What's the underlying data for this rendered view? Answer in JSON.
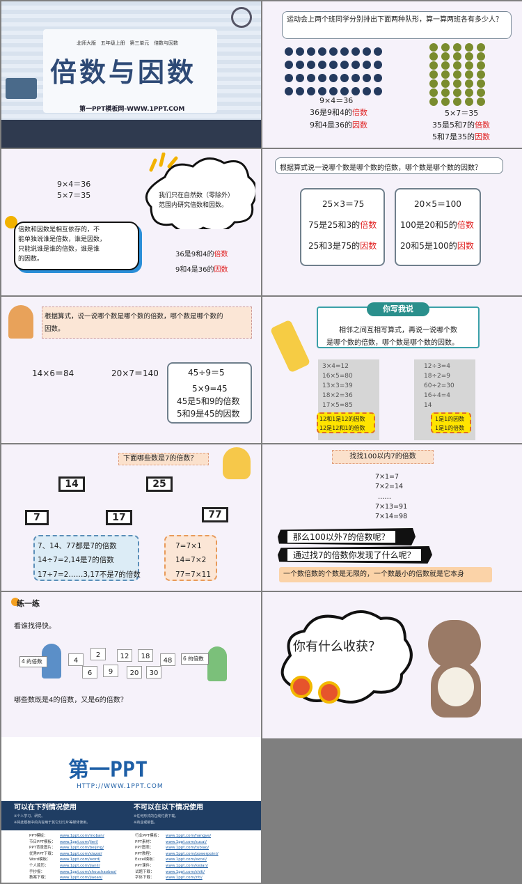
{
  "s1": {
    "meta": [
      "北师大版",
      "五年级上册",
      "第三单元",
      "倍数与因数"
    ],
    "title": "倍数与因数",
    "site": "第一PPT模板网-WWW.1PPT.COM"
  },
  "s2": {
    "prompt": "运动会上两个班同学分别排出下面两种队形，算一算两班各有多少人？",
    "l1": "9×4＝36",
    "l2a": "36是9和4的",
    "l2b": "倍数",
    "l3a": "9和4是36的",
    "l3b": "因数",
    "r1": "5×7＝35",
    "r2a": "35是5和7的",
    "r2b": "倍数",
    "r3a": "5和7是35的",
    "r3b": "因数",
    "dark": "#243a5e",
    "green": "#7a8c2e"
  },
  "s3": {
    "eq1": "9×4＝36",
    "eq2": "5×7＝35",
    "cloud": [
      "我们只在自然数（零除外）",
      "范围内研究倍数和因数。"
    ],
    "note": [
      "倍数和因数是相互依存的，不",
      "能单独说谁是倍数，谁是因数，",
      "只能说谁是谁的倍数，谁是谁",
      "的因数。"
    ],
    "b1a": "36是9和4的",
    "b1b": "倍数",
    "b2a": "9和4是36的",
    "b2b": "因数"
  },
  "s4": {
    "prompt": "根据算式说一说哪个数是哪个数的倍数，哪个数是哪个数的因数？",
    "le": "25×3＝75",
    "l1a": "75是25和3的",
    "l1b": "倍数",
    "l2a": "25和3是75的",
    "l2b": "因数",
    "re": "20×5＝100",
    "r1a": "100是20和5的",
    "r1b": "倍数",
    "r2a": "20和5是100的",
    "r2b": "因数"
  },
  "s5": {
    "prompt": [
      "根据算式，说一说哪个数是哪个数的倍数，哪个数是哪个数的",
      "因数。"
    ],
    "e1": "14×6＝84",
    "e2": "20×7＝140",
    "box": [
      "45÷9＝5",
      "5×9=45",
      "45是5和9的倍数",
      "5和9是45的因数"
    ]
  },
  "s6": {
    "tag": "你写我说",
    "text": [
      "相邻之间互相写算式，再说一说哪个数",
      "是哪个数的倍数，哪个数是哪个数的因数。"
    ],
    "p1": [
      "3×4=12",
      "16×5=80",
      "13×3=39",
      "18×2=36",
      "17×5=85"
    ],
    "p2": [
      "12÷3=4",
      "18÷2=9",
      "60÷2=30",
      "16÷4=4",
      "14"
    ],
    "y1": [
      "12和1是12的因数",
      "12是12和1的倍数"
    ],
    "y2": [
      "1是1的因数",
      "1是1的倍数"
    ]
  },
  "s7": {
    "q": "下面哪些数是7的倍数？",
    "nums": [
      "14",
      "25",
      "7",
      "17",
      "77"
    ],
    "left": [
      "7、14、77都是7的倍数",
      "14÷7=2,14是7的倍数",
      "17÷7=2……3,17不是7的倍数"
    ],
    "right": [
      "7=7×1",
      "14=7×2",
      "77=7×11"
    ]
  },
  "s8": {
    "title": "找找100以内7的倍数",
    "lines": [
      "7×1=7",
      "7×2=14",
      "……",
      "7×13=91",
      "7×14=98"
    ],
    "q1": "那么100以外7的倍数呢？",
    "q2": "通过找7的倍数你发现了什么呢？",
    "ans": "一个数倍数的个数是无限的，一个数最小的倍数就是它本身"
  },
  "s9": {
    "tag": "练一练",
    "sub": "看谁找得快。",
    "l4": "4 的倍数",
    "l6": "6 的倍数",
    "cards": [
      "4",
      "2",
      "12",
      "18",
      "48",
      "6",
      "9",
      "20",
      "30"
    ],
    "q": "哪些数既是4的倍数，又是6的倍数？"
  },
  "s10": {
    "cloud": "你有什么收获？"
  },
  "s11": {
    "logo": "第一PPT",
    "url": "HTTP://WWW.1PPT.COM",
    "h1": "可以在下列情况使用",
    "h2": "不可以在以下情况使用",
    "u1": [
      "※个人学习、研究。",
      "※将此模板中的内容用于其它幻灯片等媒体使用。"
    ],
    "u2": [
      "※任何形式的在线付费下载。",
      "※商业或销售。"
    ],
    "links1": [
      [
        "PPT模板：",
        "www.1ppt.com/moban/"
      ],
      [
        "节日PPT模板：",
        "www.1ppt.com/jieri/"
      ],
      [
        "PPT背景图片：",
        "www.1ppt.com/beijing/"
      ],
      [
        "优秀PPT下载：",
        "www.1ppt.com/xiazai/"
      ],
      [
        "Word模板：",
        "www.1ppt.com/word/"
      ],
      [
        "个人简历：",
        "www.1ppt.com/jianli/"
      ],
      [
        "手抄报：",
        "www.1ppt.com/shouchaobao/"
      ],
      [
        "教案下载：",
        "www.1ppt.com/jiaoan/"
      ]
    ],
    "links2": [
      [
        "行业PPT模板：",
        "www.1ppt.com/hangye/"
      ],
      [
        "PPT素材：",
        "www.1ppt.com/sucai/"
      ],
      [
        "PPT图表：",
        "www.1ppt.com/tubiao/"
      ],
      [
        "PPT教程：",
        "www.1ppt.com/powerpoint/"
      ],
      [
        "Excel模板：",
        "www.1ppt.com/excel/"
      ],
      [
        "PPT课件：",
        "www.1ppt.com/kejian/"
      ],
      [
        "试题下载：",
        "www.1ppt.com/shiti/"
      ],
      [
        "字体下载：",
        "www.1ppt.com/ziti/"
      ]
    ]
  }
}
